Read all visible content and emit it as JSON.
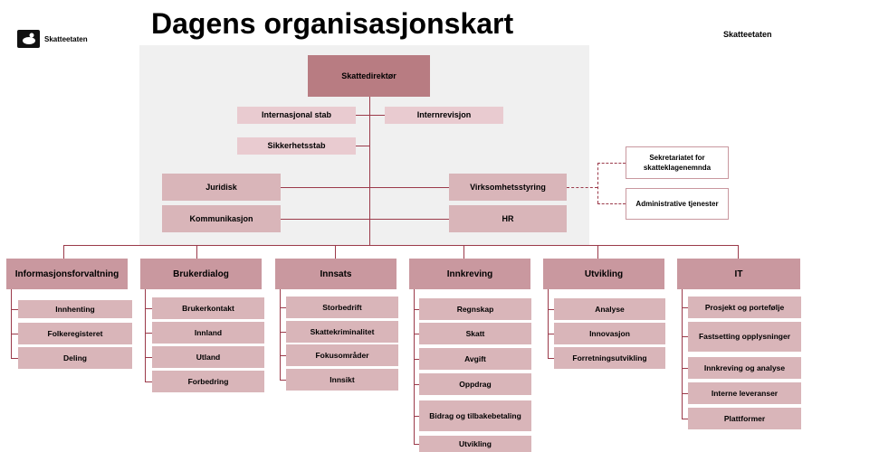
{
  "header": {
    "title": "Dagens organisasjonskart",
    "logo_text": "Skatteetaten",
    "right_text": "Skatteetaten"
  },
  "top": {
    "director": "Skattedirektør",
    "staff_left": "Internasjonal stab",
    "staff_right": "Internrevisjon",
    "staff_security": "Sikkerhetsstab",
    "juridisk": "Juridisk",
    "kommunikasjon": "Kommunikasjon",
    "virksomhetsstyring": "Virksomhetsstyring",
    "hr": "HR",
    "sekretariatet": "Sekretariatet for skatteklagenemnda",
    "administrative": "Administrative tjenester"
  },
  "divisions": [
    {
      "name": "Informasjonsforvaltning",
      "units": [
        "Innhenting",
        "Folkeregisteret",
        "Deling"
      ]
    },
    {
      "name": "Brukerdialog",
      "units": [
        "Brukerkontakt",
        "Innland",
        "Utland",
        "Forbedring"
      ]
    },
    {
      "name": "Innsats",
      "units": [
        "Storbedrift",
        "Skattekriminalitet",
        "Fokusområder",
        "Innsikt"
      ]
    },
    {
      "name": "Innkreving",
      "units": [
        "Regnskap",
        "Skatt",
        "Avgift",
        "Oppdrag",
        "Bidrag og tilbakebetaling",
        "Utvikling"
      ]
    },
    {
      "name": "Utvikling",
      "units": [
        "Analyse",
        "Innovasjon",
        "Forretningsutvikling"
      ]
    },
    {
      "name": "IT",
      "units": [
        "Prosjekt og portefølje",
        "Fastsetting opplysninger",
        "Innkreving og analyse",
        "Interne leveranser",
        "Plattformer"
      ]
    }
  ]
}
